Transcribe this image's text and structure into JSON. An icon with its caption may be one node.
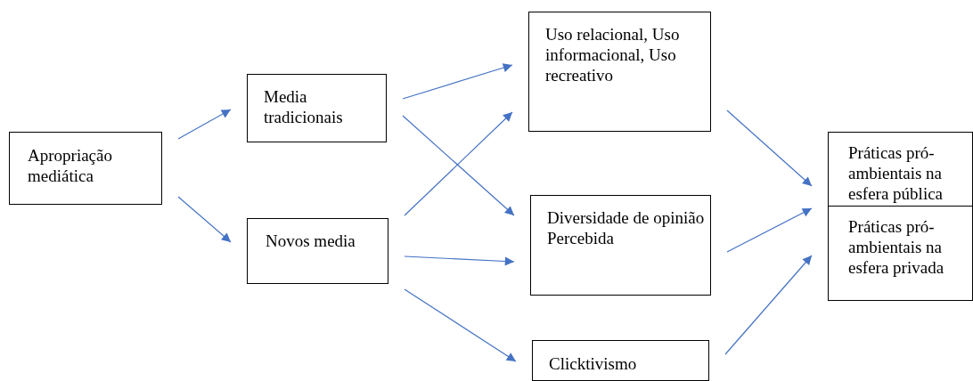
{
  "diagram": {
    "nodes": [
      {
        "text": [
          "Apropriação mediática"
        ]
      },
      {
        "text": [
          "Media tradicionais"
        ]
      },
      {
        "text": [
          "Novos media"
        ]
      },
      {
        "text": [
          "Uso relacional, Uso informacional, Uso recreativo"
        ]
      },
      {
        "text": [
          "Diversidade de opinião Percebida"
        ]
      },
      {
        "text": [
          "Clicktivismo"
        ]
      },
      {
        "text": [
          "Práticas pró-ambientais na esfera pública"
        ]
      },
      {
        "text": [
          "Práticas pró-ambientais na esfera privada"
        ]
      }
    ],
    "edges": [
      {
        "from": 0,
        "to": 1,
        "arrow": "to"
      },
      {
        "from": 0,
        "to": 2,
        "arrow": "to"
      },
      {
        "from": 1,
        "to": 3,
        "arrow": "to"
      },
      {
        "from": 1,
        "to": 4,
        "arrow": "to"
      },
      {
        "from": 2,
        "to": 3,
        "arrow": "to"
      },
      {
        "from": 2,
        "to": 4,
        "arrow": "to"
      },
      {
        "from": 2,
        "to": 5,
        "arrow": "to"
      },
      {
        "from": 3,
        "to": 6,
        "arrow": "to"
      },
      {
        "from": 4,
        "to": 7,
        "arrow": "to"
      },
      {
        "from": 5,
        "to": 7,
        "arrow": "to"
      }
    ]
  }
}
